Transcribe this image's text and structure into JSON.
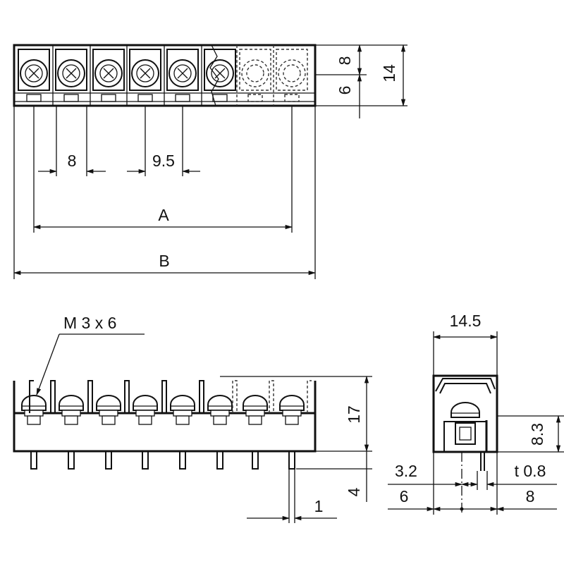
{
  "top_view": {
    "dim_pitch": "8",
    "dim_spacing": "9.5",
    "dim_A": "A",
    "dim_B": "B",
    "dim_depth_8": "8",
    "dim_depth_6": "6",
    "dim_depth_14": "14"
  },
  "front_view": {
    "screw_label": "M 3 x 6",
    "dim_height": "17",
    "dim_pin": "4",
    "dim_pin_width": "1"
  },
  "side_view": {
    "dim_width": "14.5",
    "dim_8_3": "8.3",
    "dim_3_2": "3.2",
    "dim_t": "t 0.8",
    "dim_left": "6",
    "dim_right": "8"
  }
}
